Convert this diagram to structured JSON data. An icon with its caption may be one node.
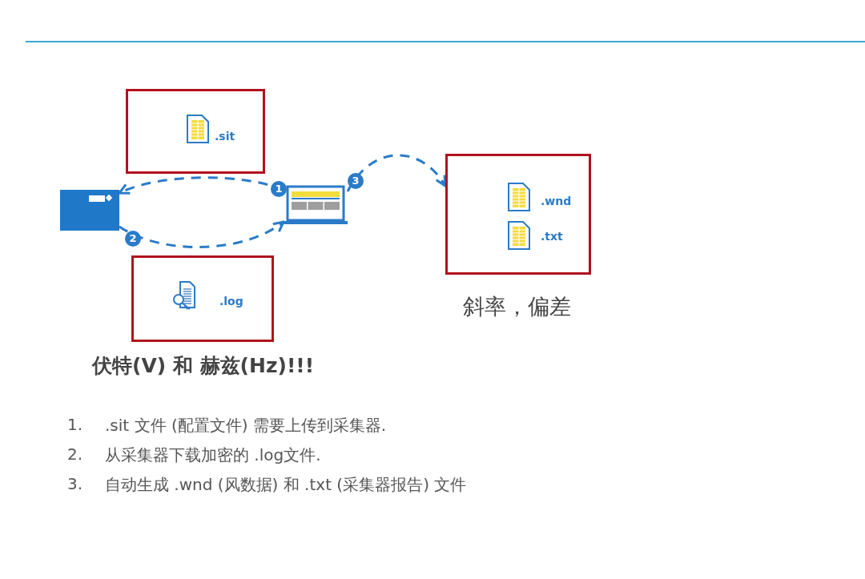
{
  "diagram": {
    "nodes": [
      {
        "text": [
          ".sit"
        ]
      },
      {
        "text": [],
        "shape": "box"
      },
      {
        "text": [],
        "shape": "laptop"
      },
      {
        "text": [
          ".log"
        ],
        "beside": [
          "伏特(V) 和 赫兹(Hz)!!!"
        ]
      },
      {
        "text": [
          ".wnd",
          ".txt"
        ],
        "beside": [
          "斜率，偏差"
        ]
      }
    ],
    "edges": [
      {
        "from": 2,
        "to": 1,
        "arrow": "to",
        "label": "1",
        "style": "dashed"
      },
      {
        "from": 1,
        "to": 2,
        "arrow": "to",
        "label": "2",
        "style": "dashed"
      },
      {
        "from": 2,
        "to": 4,
        "arrow": "to",
        "label": "3",
        "style": "dashed"
      }
    ],
    "labels": [
      "1.",
      ".sit 文件 (配置文件) 需要上传到采集器.",
      "2.",
      "从采集器下载加密的 .log文件.",
      "3.",
      "自动生成 .wnd (风数据) 和 .txt (采集器报告) 文件"
    ]
  }
}
